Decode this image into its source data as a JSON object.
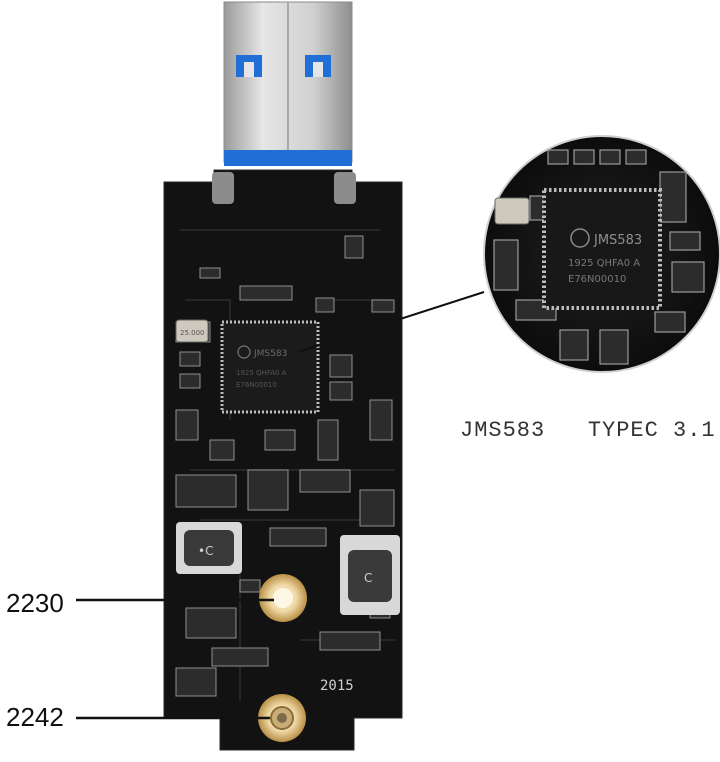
{
  "caption": "JMS583   TYPEC 3.1",
  "labels": {
    "size_2230": "2230",
    "size_2242": "2242"
  },
  "chip": {
    "brand": "JMS583",
    "line2": "1925 QHFA0 A",
    "line3": "E76N00010"
  },
  "board_year": "2015",
  "inductor_marks": [
    "•C",
    "C"
  ],
  "crystal_mark": "25.000",
  "colors": {
    "pcb": "#121212",
    "usb_shell": "#c8c8c8",
    "usb_blue": "#1f6fd6",
    "gold": "#d9b97a",
    "chip": "#1b1b1b"
  }
}
